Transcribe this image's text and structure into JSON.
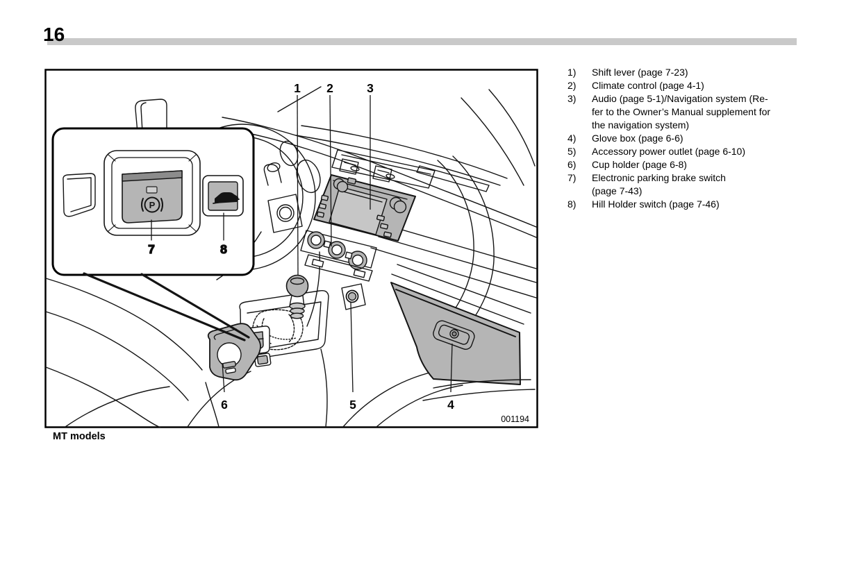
{
  "page": {
    "number": "16"
  },
  "figure": {
    "caption": "MT models",
    "code": "001194",
    "p_icon": "P",
    "callouts": {
      "c1": "1",
      "c2": "2",
      "c3": "3",
      "c4": "4",
      "c5": "5",
      "c6": "6",
      "c7": "7",
      "c8": "8"
    }
  },
  "legend": {
    "items": [
      {
        "num": "1)",
        "text": "Shift lever (page 7-23)"
      },
      {
        "num": "2)",
        "text": "Climate control (page 4-1)"
      },
      {
        "num": "3)",
        "text": "Audio (page 5-1)/Navigation system (Re-\nfer to the Owner’s Manual supplement for\nthe navigation system)"
      },
      {
        "num": "4)",
        "text": "Glove box (page 6-6)"
      },
      {
        "num": "5)",
        "text": "Accessory power outlet (page 6-10)"
      },
      {
        "num": "6)",
        "text": "Cup holder (page 6-8)"
      },
      {
        "num": "7)",
        "text": "Electronic parking brake switch\n(page 7-43)"
      },
      {
        "num": "8)",
        "text": "Hill Holder switch (page 7-46)"
      }
    ]
  },
  "colors": {
    "component_fill": "#b5b5b5",
    "screen_fill": "#c6c6c6",
    "header_bar": "#c9c9c9",
    "line": "#141414"
  }
}
